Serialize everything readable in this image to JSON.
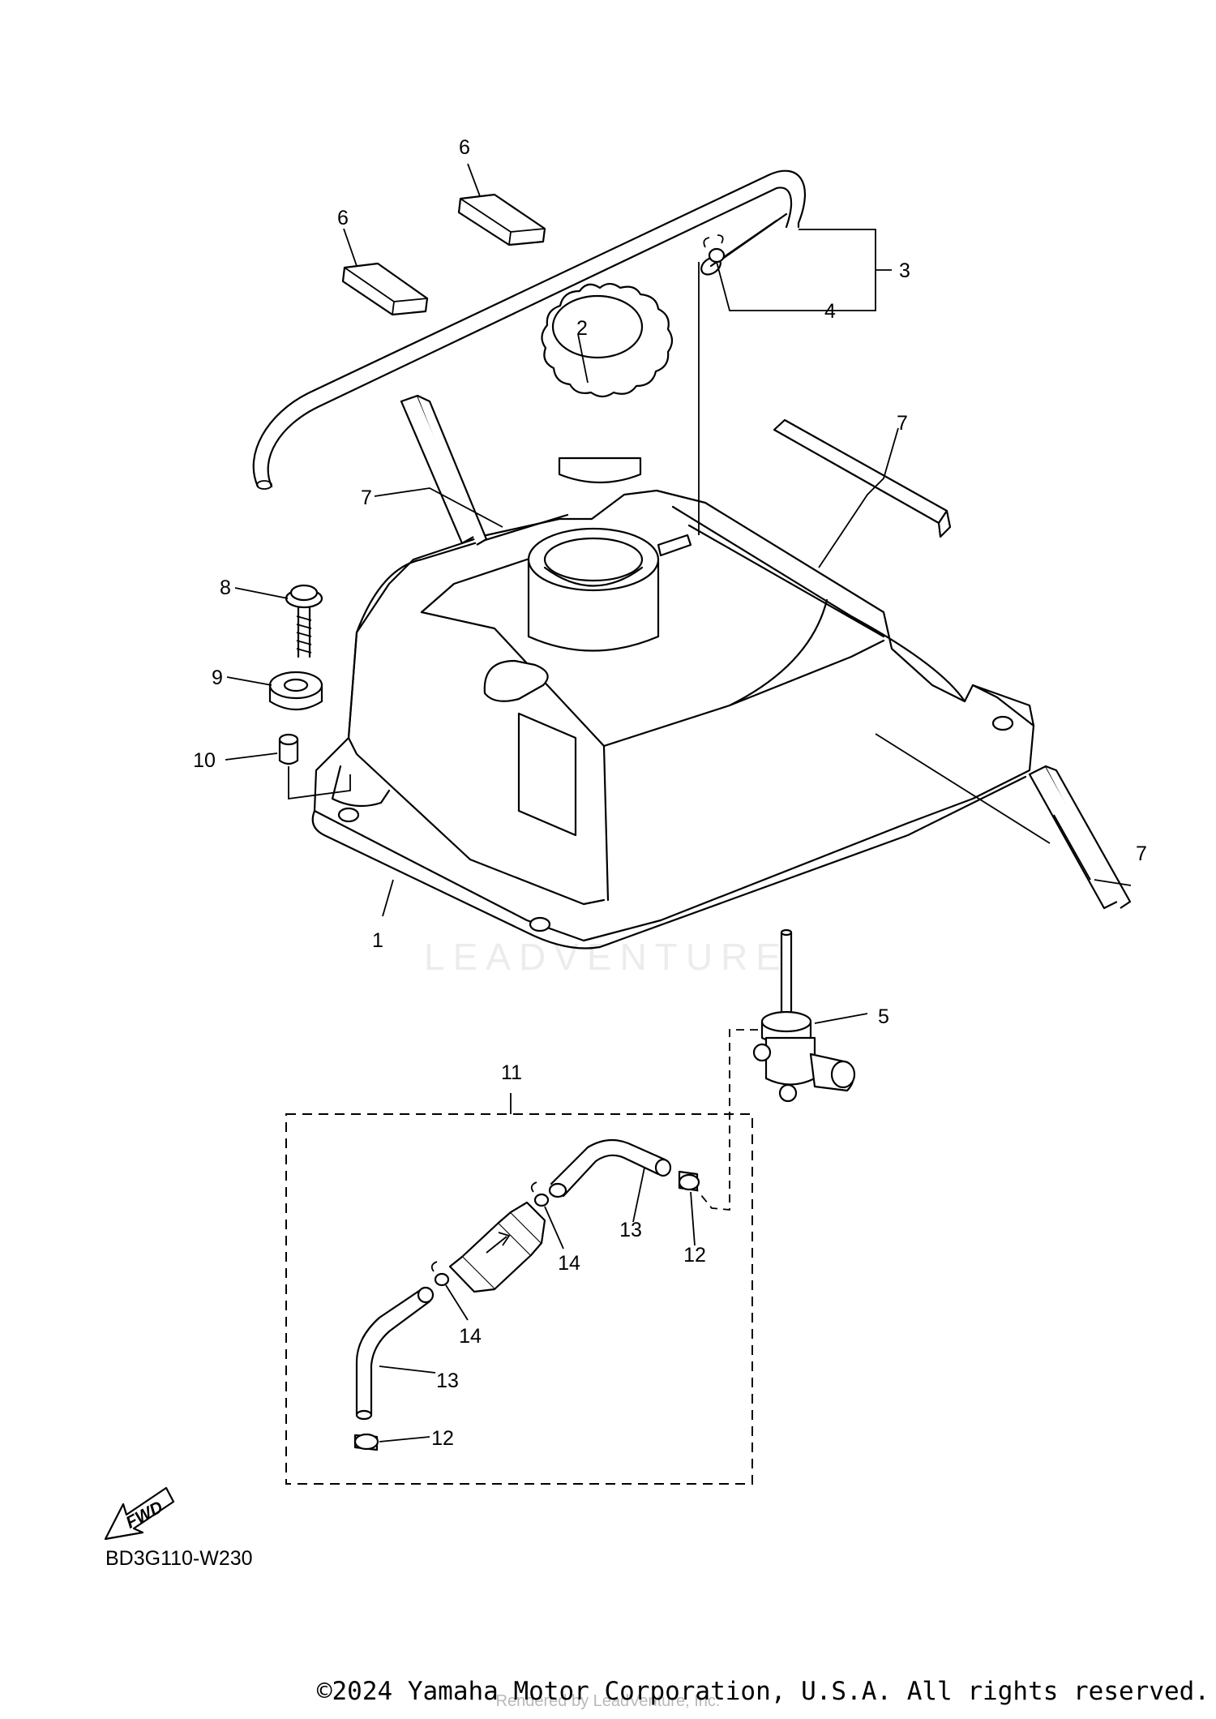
{
  "diagram": {
    "callouts": {
      "c1": "1",
      "c2": "2",
      "c3": "3",
      "c4": "4",
      "c5": "5",
      "c6a": "6",
      "c6b": "6",
      "c7a": "7",
      "c7b": "7",
      "c7c": "7",
      "c8": "8",
      "c9": "9",
      "c10": "10",
      "c11": "11",
      "c12a": "12",
      "c12b": "12",
      "c13a": "13",
      "c13b": "13",
      "c14a": "14",
      "c14b": "14"
    },
    "fwd_label": "FWD",
    "diagram_code": "BD3G110-W230",
    "watermark": "LEADVENTURE"
  },
  "footer": {
    "copyright": "©2024 Yamaha Motor Corporation, U.S.A. All rights reserved.",
    "rendered_by": "Rendered by LeadVenture, Inc."
  }
}
